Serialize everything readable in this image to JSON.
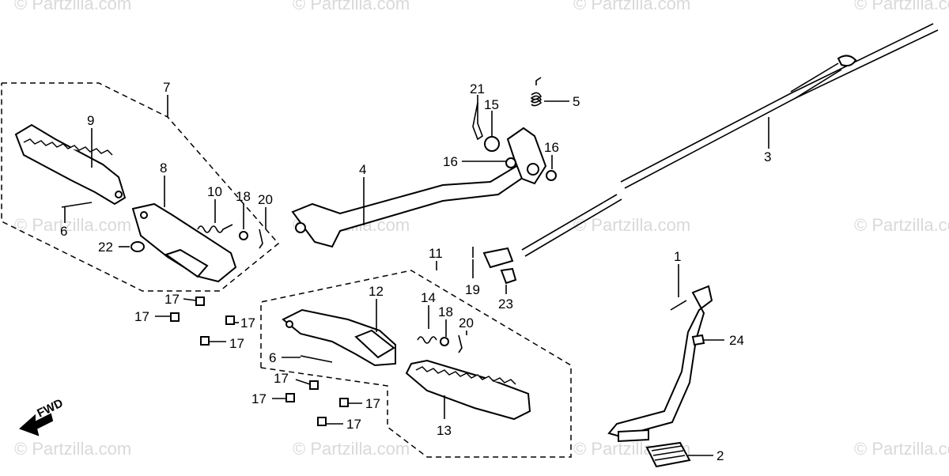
{
  "watermark": "© Partzilla.com",
  "fwd_label": "FWD",
  "callouts": {
    "c1": "1",
    "c2": "2",
    "c3": "3",
    "c4": "4",
    "c5": "5",
    "c6a": "6",
    "c6b": "6",
    "c7": "7",
    "c8": "8",
    "c9": "9",
    "c10": "10",
    "c11": "11",
    "c12": "12",
    "c13": "13",
    "c14": "14",
    "c15": "15",
    "c16a": "16",
    "c16b": "16",
    "c17a": "17",
    "c17b": "17",
    "c17c": "17",
    "c17d": "17",
    "c17e": "17",
    "c17f": "17",
    "c17g": "17",
    "c17h": "17",
    "c18a": "18",
    "c18b": "18",
    "c19": "19",
    "c20a": "20",
    "c20b": "20",
    "c21": "21",
    "c22": "22",
    "c23": "23",
    "c24": "24"
  }
}
